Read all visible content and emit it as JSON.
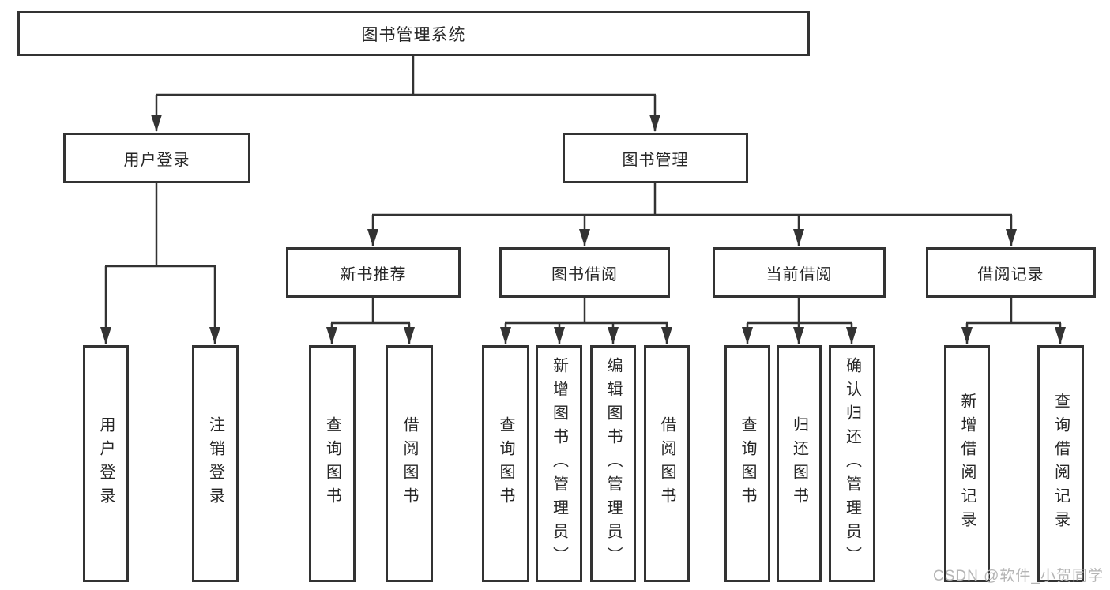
{
  "tree": {
    "root": {
      "label": "图书管理系统",
      "children": [
        {
          "label": "用户登录",
          "children": [
            {
              "label": "用户登录"
            },
            {
              "label": "注销登录"
            }
          ]
        },
        {
          "label": "图书管理",
          "children": [
            {
              "label": "新书推荐",
              "children": [
                {
                  "label": "查询图书"
                },
                {
                  "label": "借阅图书"
                }
              ]
            },
            {
              "label": "图书借阅",
              "children": [
                {
                  "label": "查询图书"
                },
                {
                  "label": "新增图书（管理员）"
                },
                {
                  "label": "编辑图书（管理员）"
                },
                {
                  "label": "借阅图书"
                }
              ]
            },
            {
              "label": "当前借阅",
              "children": [
                {
                  "label": "查询图书"
                },
                {
                  "label": "归还图书"
                },
                {
                  "label": "确认归还（管理员）"
                }
              ]
            },
            {
              "label": "借阅记录",
              "children": [
                {
                  "label": "新增借阅记录"
                },
                {
                  "label": "查询借阅记录"
                }
              ]
            }
          ]
        }
      ]
    }
  },
  "watermark": {
    "text": "CSDN @软件_小贺同学"
  },
  "colors": {
    "line": "#333333",
    "text": "#262626",
    "background": "#ffffff",
    "watermark": "#b5b5b5"
  }
}
